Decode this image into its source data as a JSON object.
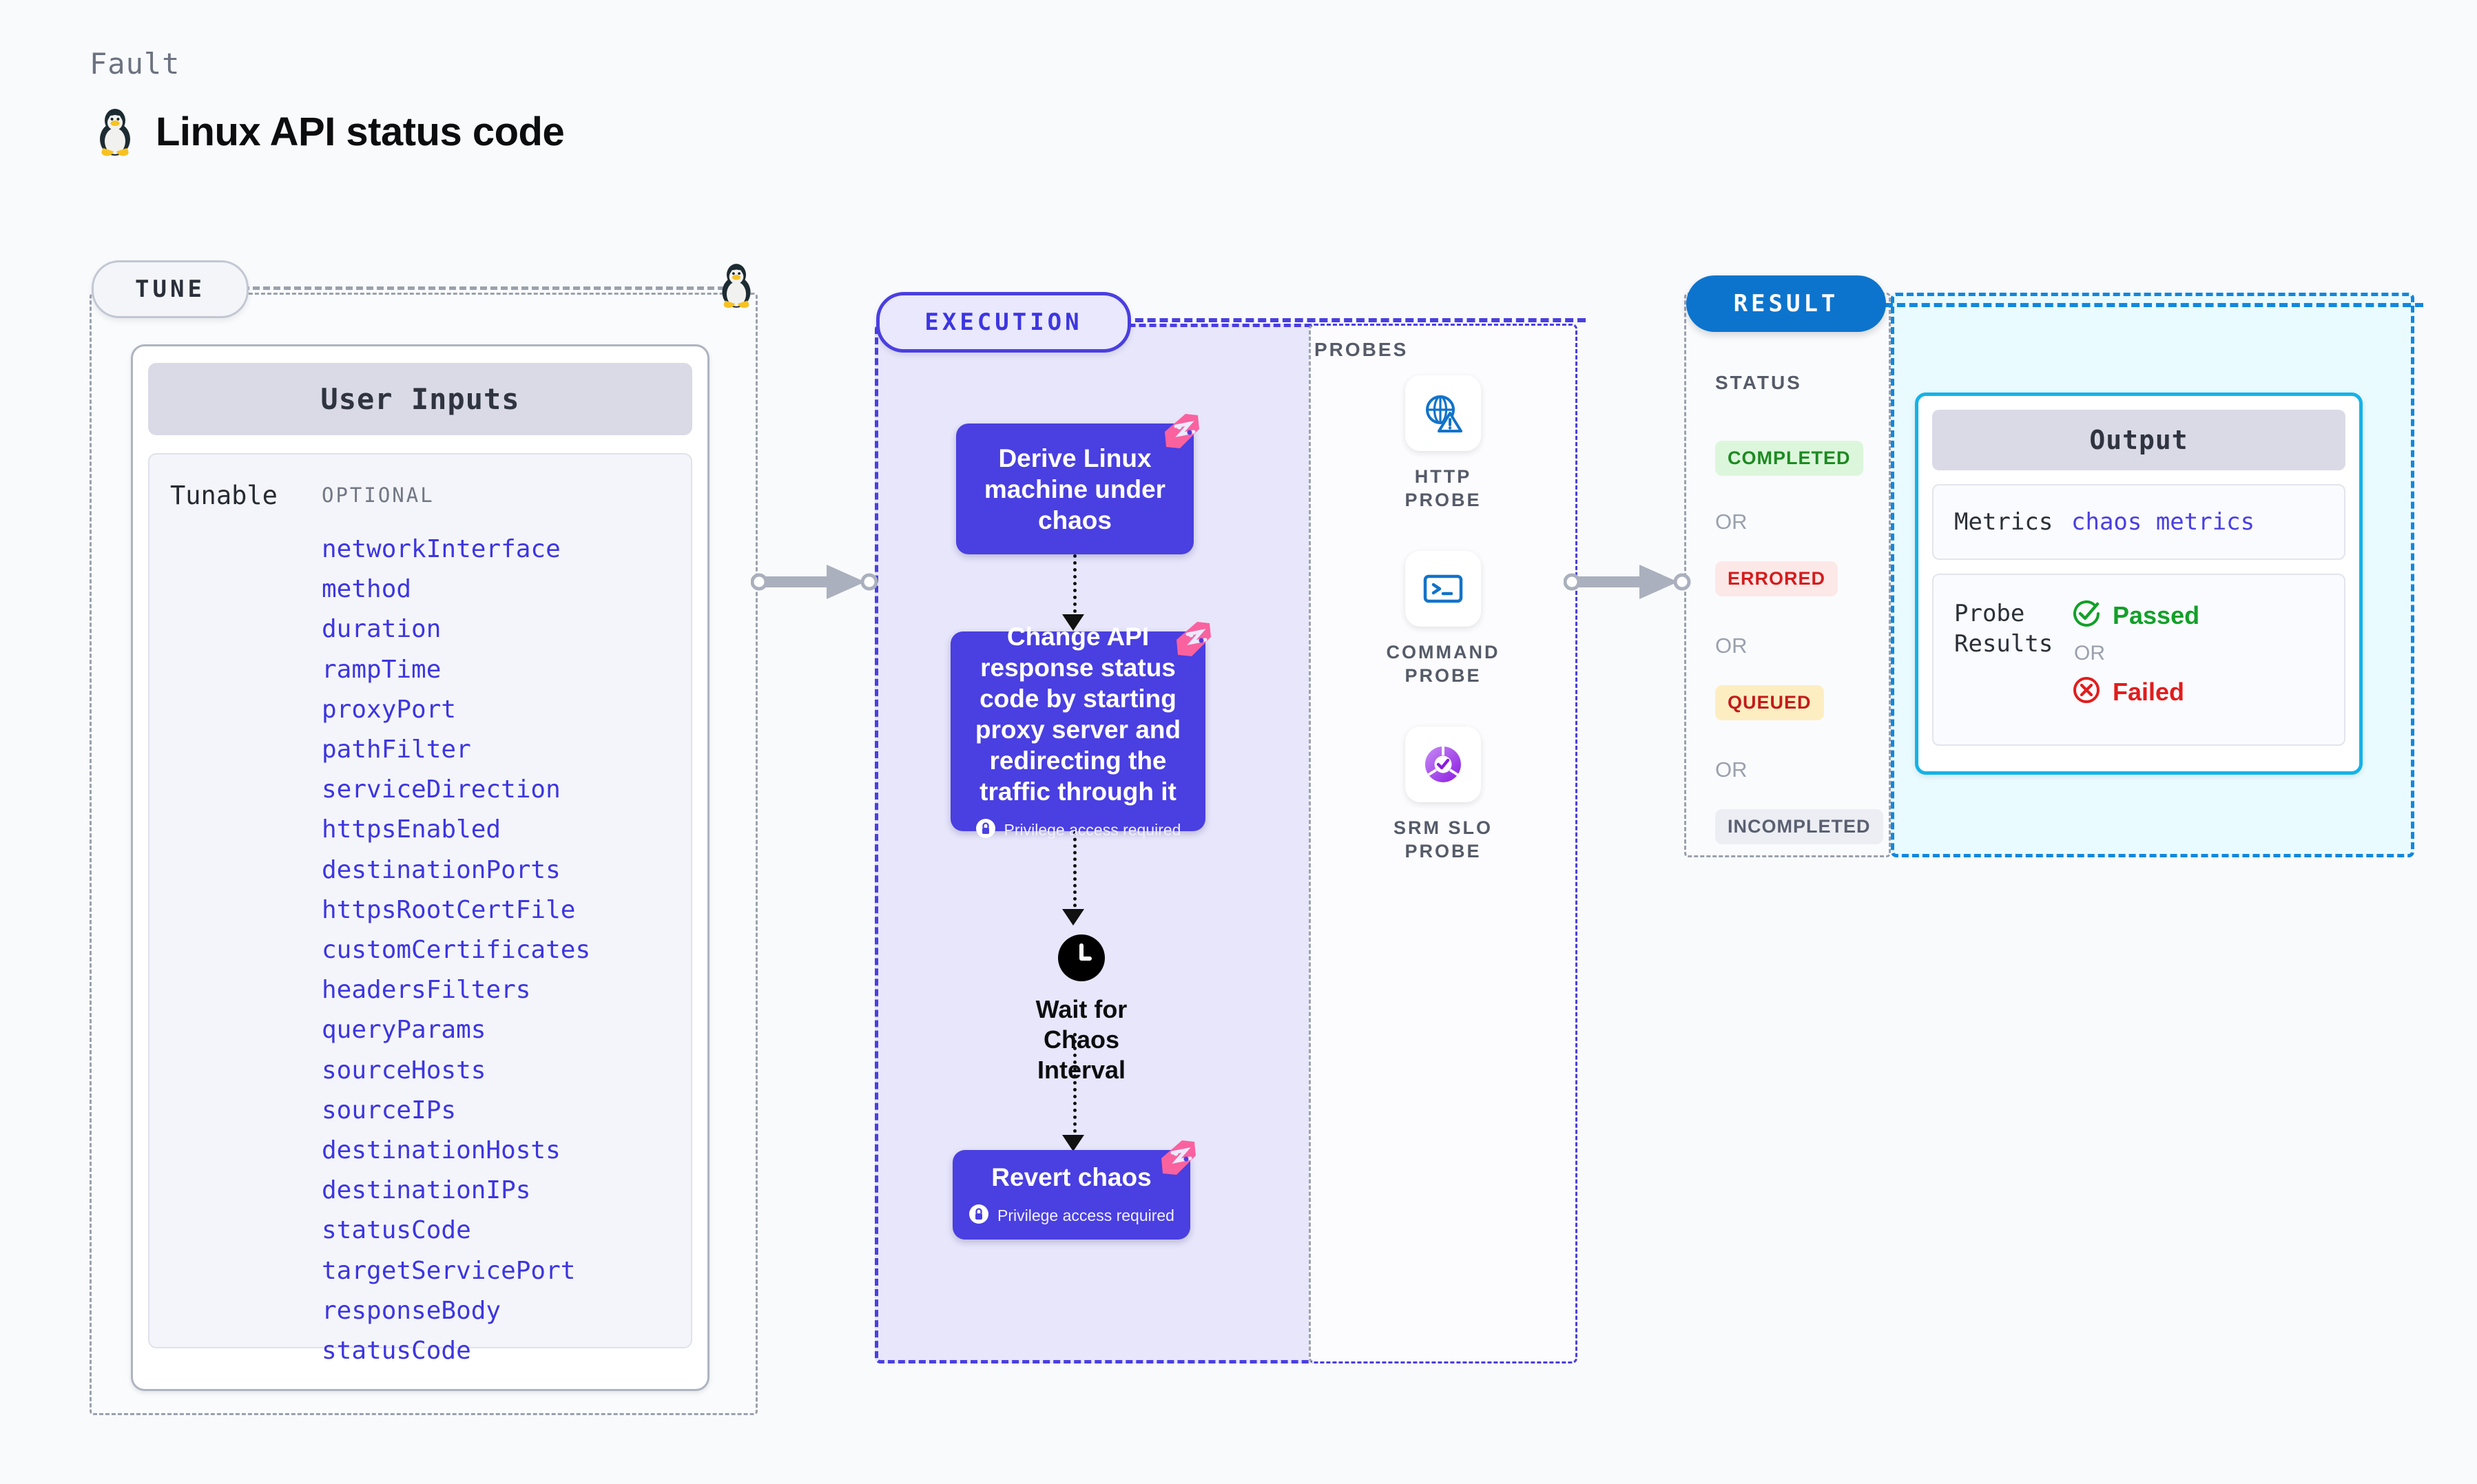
{
  "header": {
    "eyebrow": "Fault",
    "title": "Linux API status code",
    "icon": "tux-penguin-icon"
  },
  "tune": {
    "badge": "TUNE",
    "card_title": "User Inputs",
    "group_label": "Tunable",
    "optional_label": "OPTIONAL",
    "params": [
      "networkInterface",
      "method",
      "duration",
      "rampTime",
      "proxyPort",
      "pathFilter",
      "serviceDirection",
      "httpsEnabled",
      "destinationPorts",
      "httpsRootCertFile",
      "customCertificates",
      "headersFilters",
      "queryParams",
      "sourceHosts",
      "sourceIPs",
      "destinationHosts",
      "destinationIPs",
      "statusCode",
      "targetServicePort",
      "responseBody",
      "statusCode"
    ]
  },
  "execution": {
    "badge": "EXECUTION",
    "nodes": [
      {
        "title": "Derive Linux machine under chaos",
        "privilege": null
      },
      {
        "title": "Change API response status code by starting proxy server and redirecting the traffic through it",
        "privilege": "Privilege access required"
      },
      {
        "title": "Revert chaos",
        "privilege": "Privilege access required"
      }
    ],
    "wait": {
      "label": "Wait for Chaos Interval",
      "icon": "clock-icon"
    }
  },
  "probes": {
    "label": "PROBES",
    "items": [
      {
        "name": "HTTP PROBE",
        "icon": "globe-warning-icon"
      },
      {
        "name": "COMMAND PROBE",
        "icon": "terminal-icon"
      },
      {
        "name": "SRM SLO PROBE",
        "icon": "slo-donut-check-icon"
      }
    ]
  },
  "result": {
    "badge": "RESULT",
    "status_label": "STATUS",
    "or_label": "OR",
    "statuses": [
      {
        "label": "COMPLETED",
        "bg": "#dcf6dc",
        "fg": "#1d8a21"
      },
      {
        "label": "ERRORED",
        "bg": "#fde8e8",
        "fg": "#d41c1c"
      },
      {
        "label": "QUEUED",
        "bg": "#fdeec2",
        "fg": "#c41a1a"
      },
      {
        "label": "INCOMPLETED",
        "bg": "#eceef4",
        "fg": "#5a6070"
      }
    ],
    "output": {
      "title": "Output",
      "metrics_key": "Metrics",
      "metrics_value": "chaos metrics",
      "probe_key": "Probe Results",
      "passed": "Passed",
      "failed": "Failed",
      "or_label": "OR"
    }
  },
  "colors": {
    "accent_purple": "#4a3fe0",
    "accent_blue": "#0d74cd",
    "accent_cyan": "#14b3e8",
    "ribbon_pink": "#f9629f",
    "pass_green": "#13a02a",
    "fail_red": "#e11d1d"
  }
}
